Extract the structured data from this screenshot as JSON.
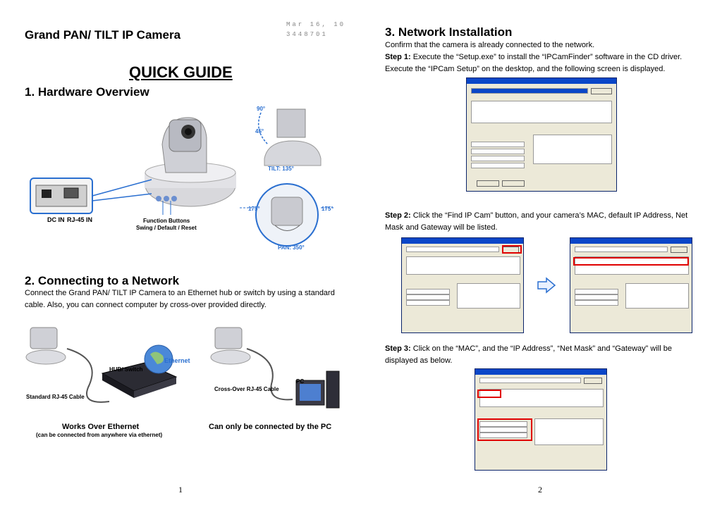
{
  "left": {
    "title": "Grand PAN/ TILT IP Camera",
    "date": "Mar 16, 10",
    "doc_number": "3448701",
    "quick_guide": "QUICK GUIDE",
    "section1": "1. Hardware Overview",
    "fig1": {
      "dc_in": "DC IN",
      "rj45_in": "RJ-45 IN",
      "function_buttons": "Function Buttons",
      "function_sub": "Swing / Default / Reset",
      "tilt_90": "90°",
      "tilt_45": "45°",
      "tilt": "TILT: 135°",
      "pan_left": "175°",
      "pan_right": "175°",
      "pan": "PAN: 350°"
    },
    "section2": "2. Connecting to a Network",
    "section2_text": "Connect the Grand PAN/ TILT IP Camera to an Ethernet hub or switch by using a standard cable. Also, you can connect computer by cross-over provided directly.",
    "fig2": {
      "ethernet": "Ethernet",
      "hub": "HUB/ Switch",
      "std_cable": "Standard RJ-45 Cable",
      "works": "Works Over Ethernet",
      "works_sub": "(can be connected from anywhere via ethernet)",
      "pc": "PC",
      "cross_cable": "Cross-Over RJ-45 Cable",
      "only_pc": "Can only be connected by the PC"
    },
    "page": "1"
  },
  "right": {
    "section3": "3. Network Installation",
    "intro": "Confirm that the camera is already connected to the network.",
    "step1_label": "Step 1:",
    "step1_text": " Execute the “Setup.exe” to install the “IPCamFinder” software in the CD driver. Execute the “IPCam Setup” on the desktop, and the following screen is displayed.",
    "step2_label": "Step 2:",
    "step2_text": " Click the “Find IP Cam” button, and your camera’s MAC, default IP Address, Net Mask and Gateway will be listed.",
    "step3_label": "Step 3:",
    "step3_text": " Click on the “MAC”, and the “IP Address”, “Net Mask” and “Gateway” will be displayed as below.",
    "page": "2"
  }
}
